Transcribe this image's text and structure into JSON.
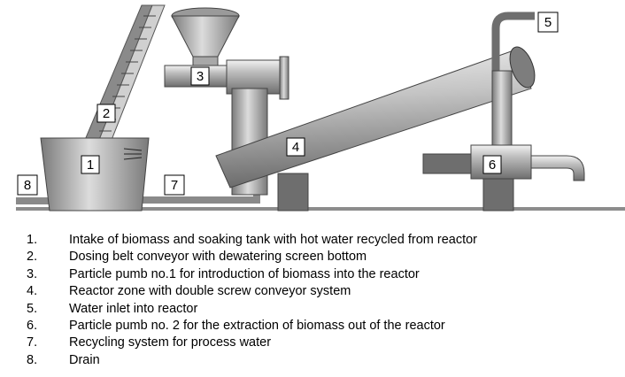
{
  "labels": [
    "1",
    "2",
    "3",
    "4",
    "5",
    "6",
    "7",
    "8"
  ],
  "legend": [
    {
      "num": "1.",
      "text": "Intake of biomass and soaking tank with hot water recycled from reactor"
    },
    {
      "num": "2.",
      "text": "Dosing belt conveyor with dewatering screen bottom"
    },
    {
      "num": "3.",
      "text": "Particle pumb no.1 for introduction of biomass into the reactor"
    },
    {
      "num": "4.",
      "text": "Reactor zone with double screw conveyor system"
    },
    {
      "num": "5.",
      "text": "Water inlet into reactor"
    },
    {
      "num": "6.",
      "text": "Particle pumb no. 2 for the extraction of biomass out of the reactor"
    },
    {
      "num": "7.",
      "text": "Recycling system for process water"
    },
    {
      "num": "8.",
      "text": "Drain"
    }
  ]
}
